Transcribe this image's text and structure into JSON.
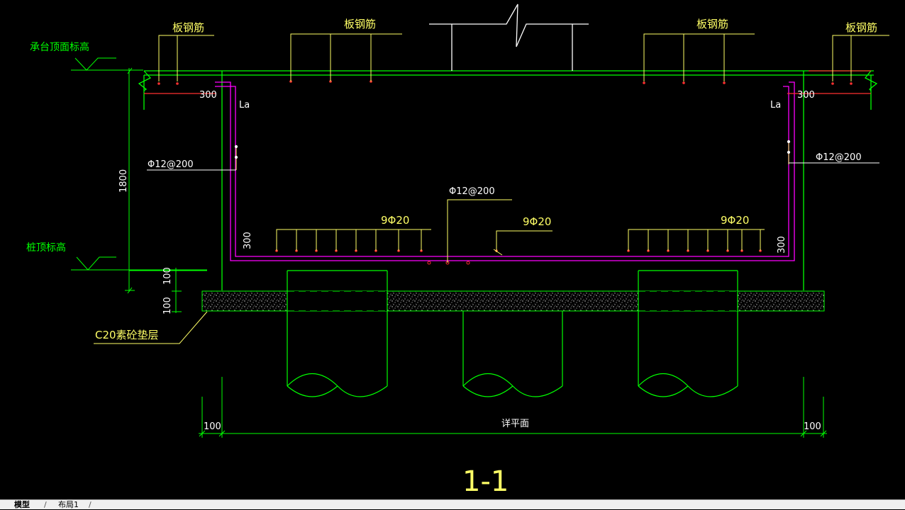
{
  "drawing": {
    "labels": {
      "slab_rebar": "板钢筋",
      "cap_top_elevation": "承台顶面标高",
      "pile_top_elevation": "桩顶标高",
      "plain_concrete_cushion": "C20素砼垫层",
      "see_plan": "详平面",
      "section_title": "1-1",
      "anchor_length": "La",
      "stirrup_spec": "Φ12@200",
      "bottom_rebar": "9Φ20"
    },
    "dimensions": {
      "cap_height": "1800",
      "overlap_300": "300",
      "cover_100": "100"
    },
    "colors": {
      "background": "#000000",
      "concrete_outline": "#00ff00",
      "rebar_magenta": "#ff00ff",
      "rebar_red": "#ff3030",
      "leader_yellow": "#ffff66",
      "beam_white": "#ffffff",
      "dim_green": "#00ff00",
      "text_yellow": "#ffff66",
      "text_white": "#ffffff",
      "text_green": "#00ff00"
    }
  },
  "layout_tabs": [
    {
      "label": "模型",
      "active": true
    },
    {
      "label": "布局1",
      "active": false
    }
  ]
}
